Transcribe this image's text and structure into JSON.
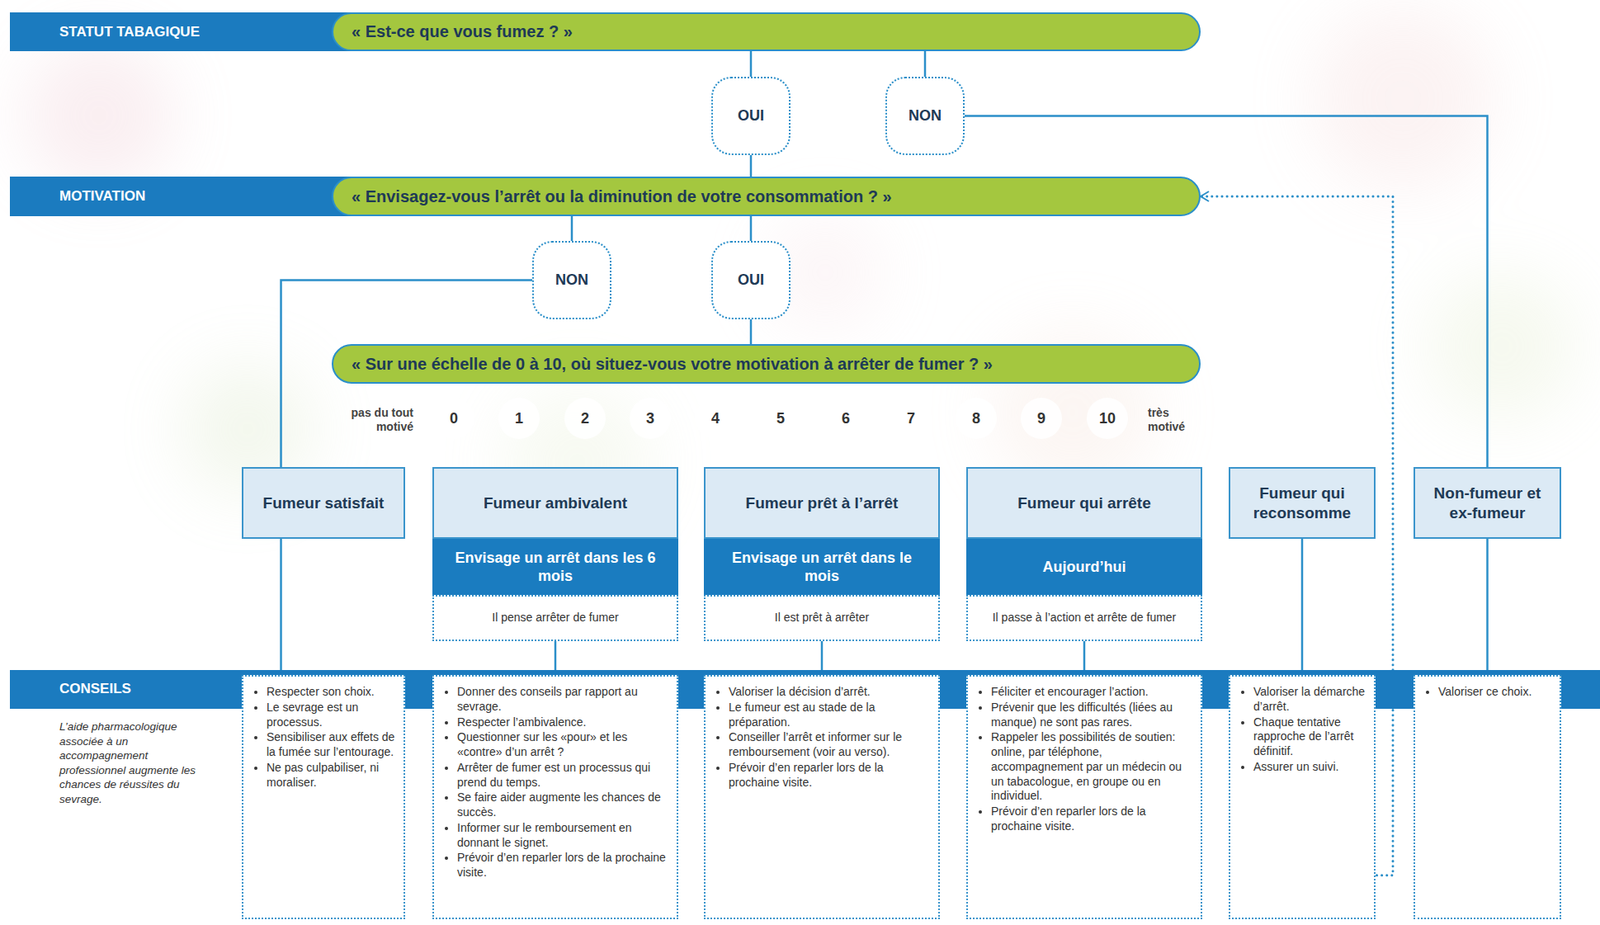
{
  "diagram": {
    "nodes": [
      {
        "text": [
          "STATUT TABAGIQUE"
        ]
      },
      {
        "text": [
          "« Est-ce que vous fumez ? »"
        ]
      },
      {
        "text": [
          "OUI"
        ]
      },
      {
        "text": [
          "NON"
        ]
      },
      {
        "text": [
          "MOTIVATION"
        ]
      },
      {
        "text": [
          "« Envisagez-vous l’arrêt ou la diminution de votre consommation ? »"
        ]
      },
      {
        "text": [
          "NON"
        ]
      },
      {
        "text": [
          "OUI"
        ]
      },
      {
        "text": [
          "« Sur une échelle de 0 à 10, où situez-vous votre motivation à arrêter de fumer ? »"
        ]
      },
      {
        "text": [
          "Fumeur satisfait"
        ]
      },
      {
        "text": [
          "Fumeur ambivalent"
        ]
      },
      {
        "text": [
          "Envisage un arrêt dans les 6 mois"
        ]
      },
      {
        "text": [
          "Il pense arrêter de fumer"
        ]
      },
      {
        "text": [
          "Fumeur prêt à l’arrêt"
        ]
      },
      {
        "text": [
          "Envisage un arrêt dans le mois"
        ]
      },
      {
        "text": [
          "Il est prêt à arrêter"
        ]
      },
      {
        "text": [
          "Fumeur qui arrête"
        ]
      },
      {
        "text": [
          "Aujourd’hui"
        ]
      },
      {
        "text": [
          "Il passe à l’action et arrête de fumer"
        ]
      },
      {
        "text": [
          "Fumeur qui reconsomme"
        ]
      },
      {
        "text": [
          "Non-fumeur et ex-fumeur"
        ]
      },
      {
        "text": [
          "CONSEILS"
        ]
      },
      {
        "text": [
          "Respecter son choix.",
          "Le sevrage est un processus.",
          "Sensibiliser aux effets de la fumée sur l’entourage.",
          "Ne pas culpabiliser, ni moraliser."
        ]
      },
      {
        "text": [
          "Donner des conseils par rapport au sevrage.",
          "Respecter l’ambivalence.",
          "Questionner sur les «pour» et les «contre» d’un arrêt ?",
          "Arrêter de fumer est un processus qui prend du temps.",
          "Se faire aider augmente les chances de succès.",
          "Informer sur le remboursement en donnant le signet.",
          "Prévoir d’en reparler lors de la prochaine visite."
        ]
      },
      {
        "text": [
          "Valoriser la décision d’arrêt.",
          "Le fumeur est au stade de la préparation.",
          "Conseiller l’arrêt et informer sur le remboursement (voir au verso).",
          "Prévoir d’en reparler lors de la prochaine visite."
        ]
      },
      {
        "text": [
          "Féliciter et encourager l’action.",
          "Prévenir que les difficultés (liées au manque) ne sont pas rares.",
          "Rappeler les possibilités de soutien: online, par téléphone, accompagnement par un médecin ou un tabacologue, en groupe ou en individuel.",
          "Prévoir d’en reparler lors de la prochaine visite."
        ]
      },
      {
        "text": [
          "Valoriser la démarche d’arrêt.",
          "Chaque tentative rapproche de l’arrêt définitif.",
          "Assurer un suivi."
        ]
      },
      {
        "text": [
          "Valoriser ce choix."
        ]
      }
    ],
    "edges": [
      {
        "from": 1,
        "to": 2,
        "arrow": "none"
      },
      {
        "from": 1,
        "to": 3,
        "arrow": "none"
      },
      {
        "from": 2,
        "to": 5,
        "arrow": "none"
      },
      {
        "from": 3,
        "to": 20,
        "arrow": "none"
      },
      {
        "from": 5,
        "to": 6,
        "arrow": "none"
      },
      {
        "from": 5,
        "to": 7,
        "arrow": "none"
      },
      {
        "from": 6,
        "to": 9,
        "arrow": "none"
      },
      {
        "from": 7,
        "to": 8,
        "arrow": "none"
      },
      {
        "from": 9,
        "to": 22,
        "arrow": "none"
      },
      {
        "from": 12,
        "to": 23,
        "arrow": "none"
      },
      {
        "from": 15,
        "to": 24,
        "arrow": "none"
      },
      {
        "from": 18,
        "to": 25,
        "arrow": "none"
      },
      {
        "from": 19,
        "to": 26,
        "arrow": "none"
      },
      {
        "from": 20,
        "to": 27,
        "arrow": "none"
      },
      {
        "from": 26,
        "to": 5,
        "arrow": "to"
      }
    ],
    "labels": [
      "pas du tout motivé",
      "0",
      "1",
      "2",
      "3",
      "4",
      "5",
      "6",
      "7",
      "8",
      "9",
      "10",
      "très motivé",
      "L’aide pharmacologique associée à un accompagnement professionnel augmente les chances de réussites du sevrage."
    ]
  }
}
